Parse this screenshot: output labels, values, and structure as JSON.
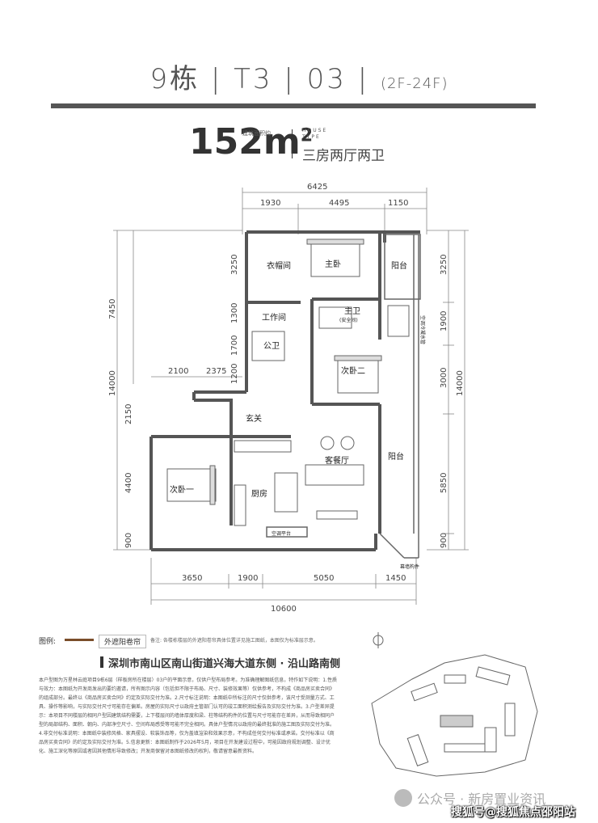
{
  "header": {
    "unit_title": "9栋 | T3 | 03 |",
    "floor_range": "(2F-24F)",
    "area_value": "152m",
    "area_sup": "2",
    "area_label": "建筑面积约",
    "house_type_en": "HOUSE TYPE",
    "layout_name": "三房两厅两卫"
  },
  "dimensions": {
    "top_total": "6425",
    "top_segments": [
      "1930",
      "4495",
      "1150"
    ],
    "left_mid": [
      "2100",
      "2375"
    ],
    "bottom_segments": [
      "3650",
      "1900",
      "5050",
      "1450"
    ],
    "bottom_total": "10600",
    "left_outer": [
      "7450",
      "14000"
    ],
    "left_inner": [
      "3250",
      "1300",
      "1700",
      "1200",
      "2150",
      "4400",
      "900"
    ],
    "right_inner": [
      "3250",
      "1900",
      "3000",
      "5850",
      "900"
    ],
    "right_outer": "14000"
  },
  "rooms": {
    "walk_in_closet": "衣帽间",
    "master_bedroom": "主卧",
    "balcony_top": "阳台",
    "study": "工作间",
    "master_bath": "主卫",
    "master_bath_note": "(安全间)",
    "public_bath": "公卫",
    "bedroom2": "次卧二",
    "entrance": "玄关",
    "living_dining": "客餐厅",
    "balcony_right": "阳台",
    "bedroom1": "次卧一",
    "kitchen": "厨房",
    "ac_platform": "空调平台",
    "curtain_wall": "幕墙构件",
    "ac_pipe": "空调冷凝水管"
  },
  "legend": {
    "label": "图例:",
    "item": "外遮阳卷帘",
    "note": "备注: 各楼栋楼层的外遮阳卷帘具体位置详见施工图纸，本图仅为标准层示意。"
  },
  "location": "深圳市南山区南山街道兴海大道东侧 · 沿山路南侧",
  "disclaimer": "本户型图为万星林云庭项目9栋6层（样板房所在楼层）03户的平面示意，仅供户型布局参考。为准确理解图纸信息，特作如下说明：1.性质与效力：本图纸为开发商发出的要约邀请，所有图示内容（包括但不限于布局、尺寸、装修效果等）仅供参考，不构成《商品房买卖合同》的组成部分。最终以《商品房买卖合同》约定及实际交付为准。2.尺寸标注说明：本图纸中所标注的尺寸仅供参考，该尺寸受测量方式、工具、操作等影响，与实际交付尺寸可能存在偏差。房屋的实际尺寸以政府主管部门认可的竣工面积测绘报告及实际交付为准。3.户型差异提示：本项目不同楼层的相同户型因建筑结构需要，上下楼层间的墙体厚度和梁、柱等结构构件的位置与尺寸可能存在差异，从而导致相同户型的局部结构、面积、朝向、内部净空尺寸、空间布局感受等可能不完全相同。具体户型情况以政府的最终批准的施工图及实际交付为准。4.非交付标准说明：本图纸中装修风格、家具摆设、软装饰品等，仅为盖填渲染和效果示意，不构成任何交付标准或承诺。交付标准以《商品房买卖合同》的约定及实际交付为准。5.信息更新：本图纸制作于2026年5月，项目在开发建设过程中，可能因政府规划调整、设计优化、施工深化等原因或者因其他情形导致修改；开发商保留对本图纸修改的权利，敬请留意最新资料。",
  "watermark": {
    "line1": "公众号 · 新房置业资讯",
    "line2": "搜狐号@搜狐焦点邵阳站"
  },
  "colors": {
    "wall": "#555555",
    "accent_bar": "#555555",
    "legend_brown": "#7a4d2a"
  }
}
